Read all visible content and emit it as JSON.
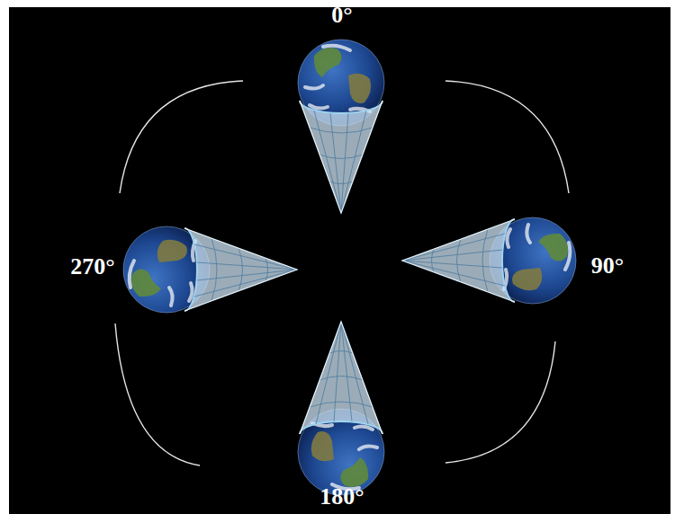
{
  "diagram": {
    "labels": [
      "0°",
      "90°",
      "180°",
      "270°"
    ]
  }
}
